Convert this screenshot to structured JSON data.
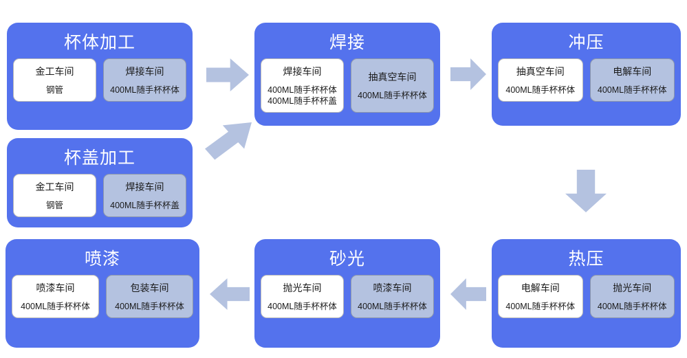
{
  "theme": {
    "stage_color": "#5472ED",
    "card_white_color": "#ffffff",
    "card_gray_color": "#b4c2e0",
    "arrow_color": "#b4c2e0",
    "title_color": "#ffffff",
    "text_color": "#1a1a1a",
    "background": "#ffffff"
  },
  "stages": [
    {
      "id": "cup-body-processing",
      "title": "杯体加工",
      "cards": [
        {
          "style": "white",
          "workshop": "金工车间",
          "items": [
            "钢管"
          ]
        },
        {
          "style": "gray",
          "workshop": "焊接车间",
          "items": [
            "400ML随手杯杯体"
          ]
        }
      ]
    },
    {
      "id": "welding",
      "title": "焊接",
      "cards": [
        {
          "style": "white",
          "workshop": "焊接车间",
          "items": [
            "400ML随手杯杯体",
            "400ML随手杯杯盖"
          ]
        },
        {
          "style": "gray",
          "workshop": "抽真空车间",
          "items": [
            "400ML随手杯杯体"
          ]
        }
      ]
    },
    {
      "id": "stamping",
      "title": "冲压",
      "cards": [
        {
          "style": "white",
          "workshop": "抽真空车间",
          "items": [
            "400ML随手杯杯体"
          ]
        },
        {
          "style": "gray",
          "workshop": "电解车间",
          "items": [
            "400ML随手杯杯体"
          ]
        }
      ]
    },
    {
      "id": "cup-lid-processing",
      "title": "杯盖加工",
      "cards": [
        {
          "style": "white",
          "workshop": "金工车间",
          "items": [
            "钢管"
          ]
        },
        {
          "style": "gray",
          "workshop": "焊接车间",
          "items": [
            "400ML随手杯杯盖"
          ]
        }
      ]
    },
    {
      "id": "spray-painting",
      "title": "喷漆",
      "cards": [
        {
          "style": "white",
          "workshop": "喷漆车间",
          "items": [
            "400ML随手杯杯体"
          ]
        },
        {
          "style": "gray",
          "workshop": "包装车间",
          "items": [
            "400ML随手杯杯体"
          ]
        }
      ]
    },
    {
      "id": "sanding",
      "title": "砂光",
      "cards": [
        {
          "style": "white",
          "workshop": "抛光车间",
          "items": [
            "400ML随手杯杯体"
          ]
        },
        {
          "style": "gray",
          "workshop": "喷漆车间",
          "items": [
            "400ML随手杯杯体"
          ]
        }
      ]
    },
    {
      "id": "hot-pressing",
      "title": "热压",
      "cards": [
        {
          "style": "white",
          "workshop": "电解车间",
          "items": [
            "400ML随手杯杯体"
          ]
        },
        {
          "style": "gray",
          "workshop": "抛光车间",
          "items": [
            "400ML随手杯杯体"
          ]
        }
      ]
    }
  ],
  "arrows": [
    {
      "id": "body-to-welding",
      "direction": "right"
    },
    {
      "id": "welding-to-stamping",
      "direction": "right"
    },
    {
      "id": "lid-to-welding",
      "direction": "diagonal-up-right"
    },
    {
      "id": "stamping-to-hotpressing",
      "direction": "down"
    },
    {
      "id": "hotpressing-to-sanding",
      "direction": "left"
    },
    {
      "id": "sanding-to-spraypainting",
      "direction": "left"
    }
  ]
}
